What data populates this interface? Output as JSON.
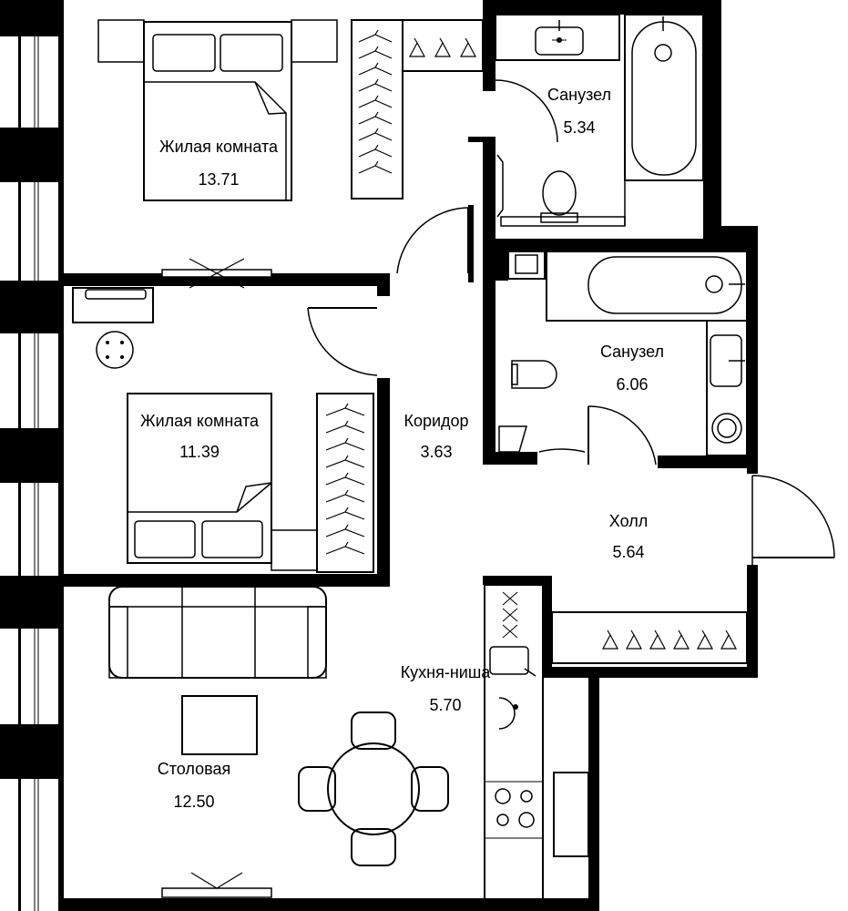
{
  "rooms": [
    {
      "id": "living1",
      "name": "Жилая комната",
      "area": "13.71"
    },
    {
      "id": "bath1",
      "name": "Санузел",
      "area": "5.34"
    },
    {
      "id": "living2",
      "name": "Жилая комната",
      "area": "11.39"
    },
    {
      "id": "corridor",
      "name": "Коридор",
      "area": "3.63"
    },
    {
      "id": "bath2",
      "name": "Санузел",
      "area": "6.06"
    },
    {
      "id": "hall",
      "name": "Холл",
      "area": "5.64"
    },
    {
      "id": "kitchen",
      "name": "Кухня-ниша",
      "area": "5.70"
    },
    {
      "id": "dining",
      "name": "Столовая",
      "area": "12.50"
    }
  ],
  "colors": {
    "wall": "#000000",
    "background": "#ffffff"
  }
}
